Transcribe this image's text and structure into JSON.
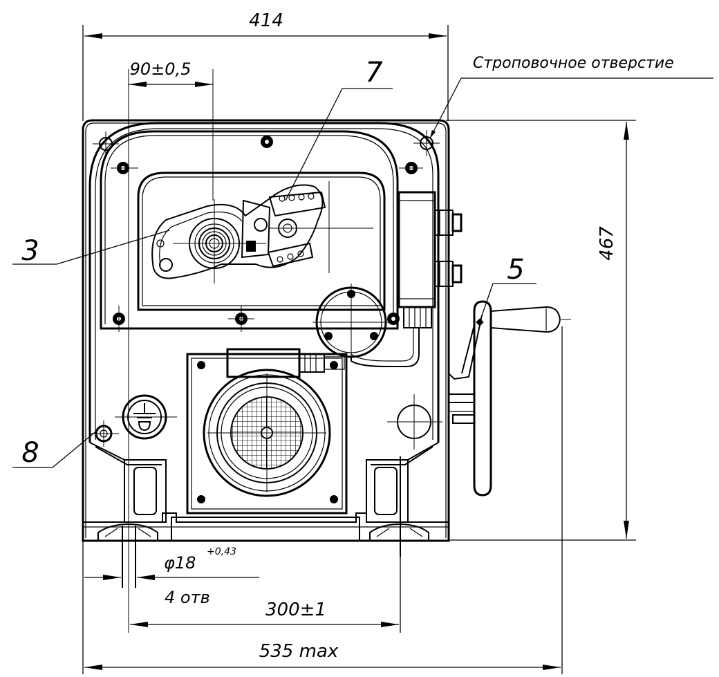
{
  "dimensions": {
    "width_top": "414",
    "offset_top": "90±0,5",
    "height_right": "467",
    "hole_diameter": "φ18",
    "hole_tolerance": "+0,43",
    "hole_count": "4 отв",
    "hole_spacing": "300±1",
    "overall_width": "535 max"
  },
  "callouts": {
    "lifting_hole": "Строповочное отверстие",
    "item_3": "3",
    "item_5": "5",
    "item_7": "7",
    "item_8": "8"
  }
}
